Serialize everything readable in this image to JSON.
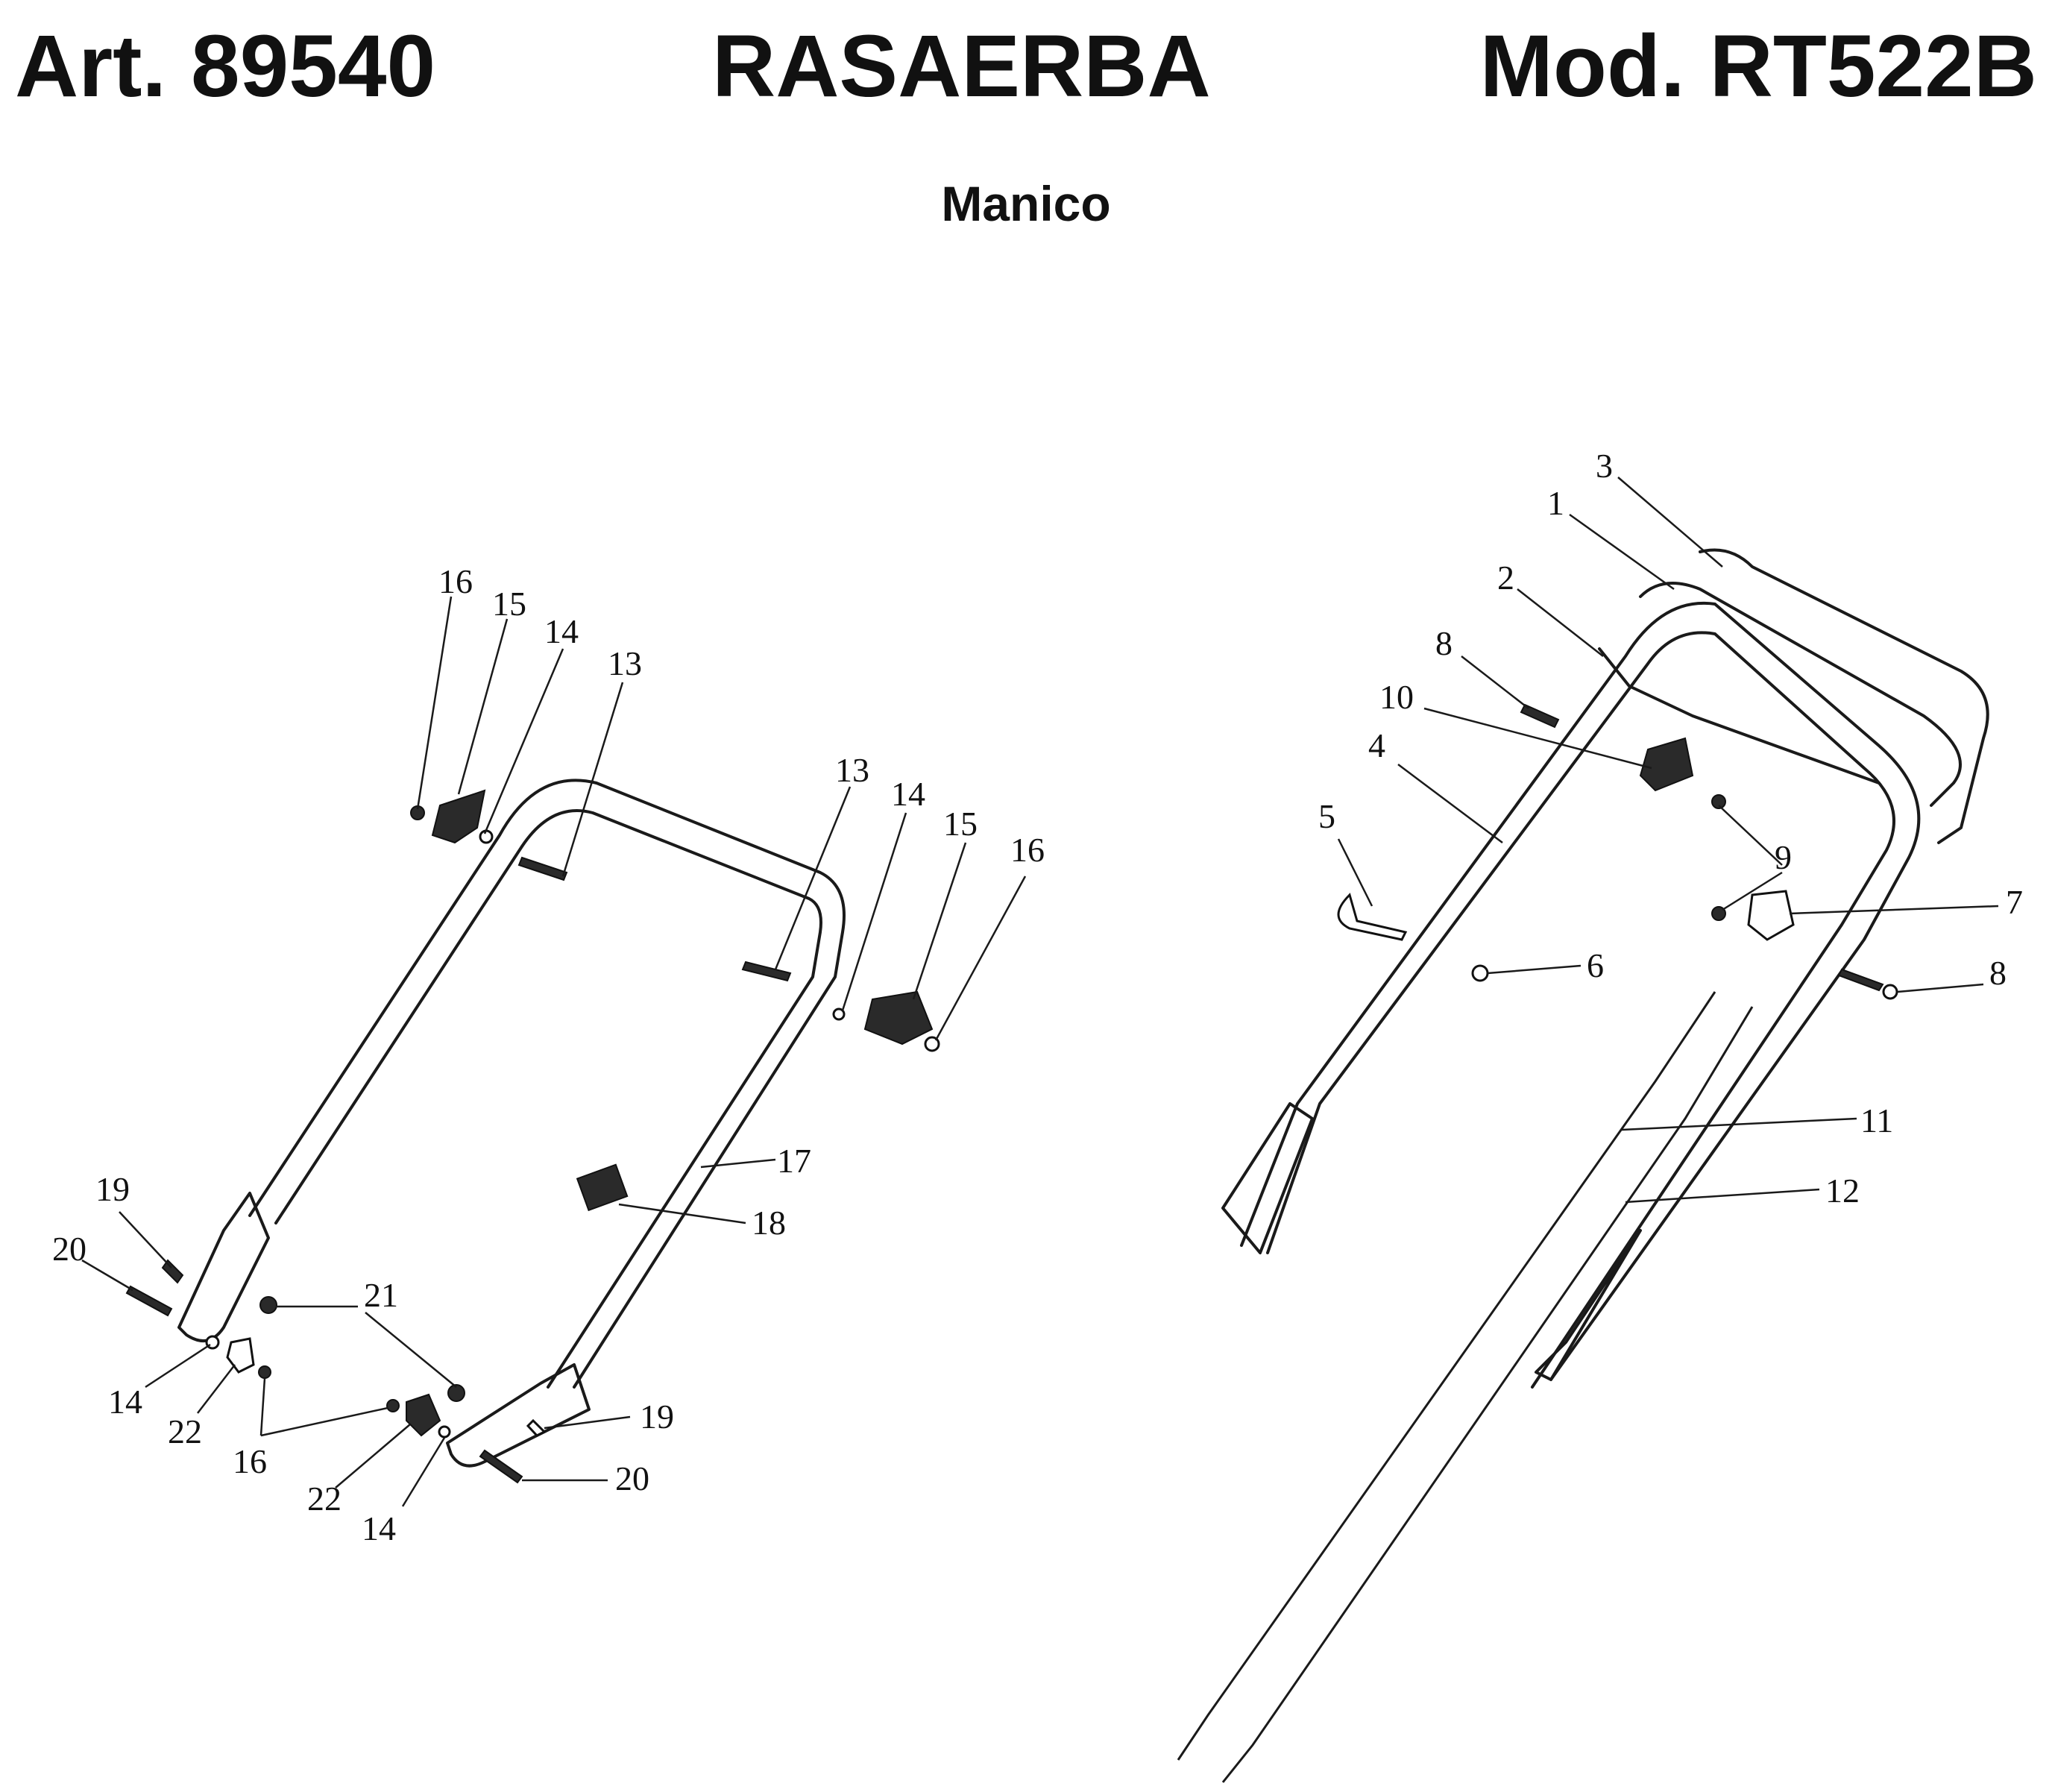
{
  "header": {
    "article": "Art. 89540",
    "product": "RASAERBA",
    "model": "Mod. RT522B"
  },
  "subtitle": "Manico",
  "callouts": {
    "left": [
      "16",
      "15",
      "14",
      "13",
      "13",
      "14",
      "15",
      "16",
      "17",
      "18",
      "19",
      "20",
      "21",
      "14",
      "22",
      "16",
      "19",
      "22",
      "14",
      "20"
    ],
    "right": [
      "3",
      "1",
      "2",
      "8",
      "10",
      "4",
      "5",
      "9",
      "7",
      "6",
      "8",
      "11",
      "12"
    ]
  }
}
